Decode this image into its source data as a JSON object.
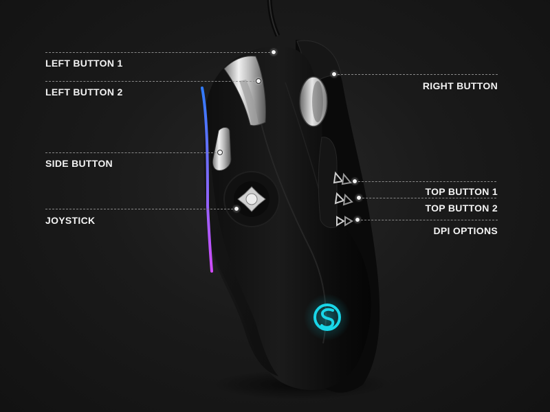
{
  "callouts": {
    "left_button_1": "LEFT BUTTON 1",
    "left_button_2": "LEFT BUTTON 2",
    "right_button": "RIGHT BUTTON",
    "side_button": "SIDE BUTTON",
    "top_button_1": "TOP BUTTON 1",
    "top_button_2": "TOP BUTTON 2",
    "joystick": "JOYSTICK",
    "dpi_options": "DPI OPTIONS"
  },
  "colors": {
    "background": "#151515",
    "label_text": "#f3f3f3",
    "callout_line": "#8a8a8a",
    "logo_glow": "#19d6e8",
    "rgb_strip_top": "#2f7bff",
    "rgb_strip_bottom": "#d24bff"
  },
  "icons": {
    "logo": "gamesir-logo-icon",
    "joystick": "joystick-icon",
    "arrow_buttons": "triangle-arrow-icon"
  }
}
